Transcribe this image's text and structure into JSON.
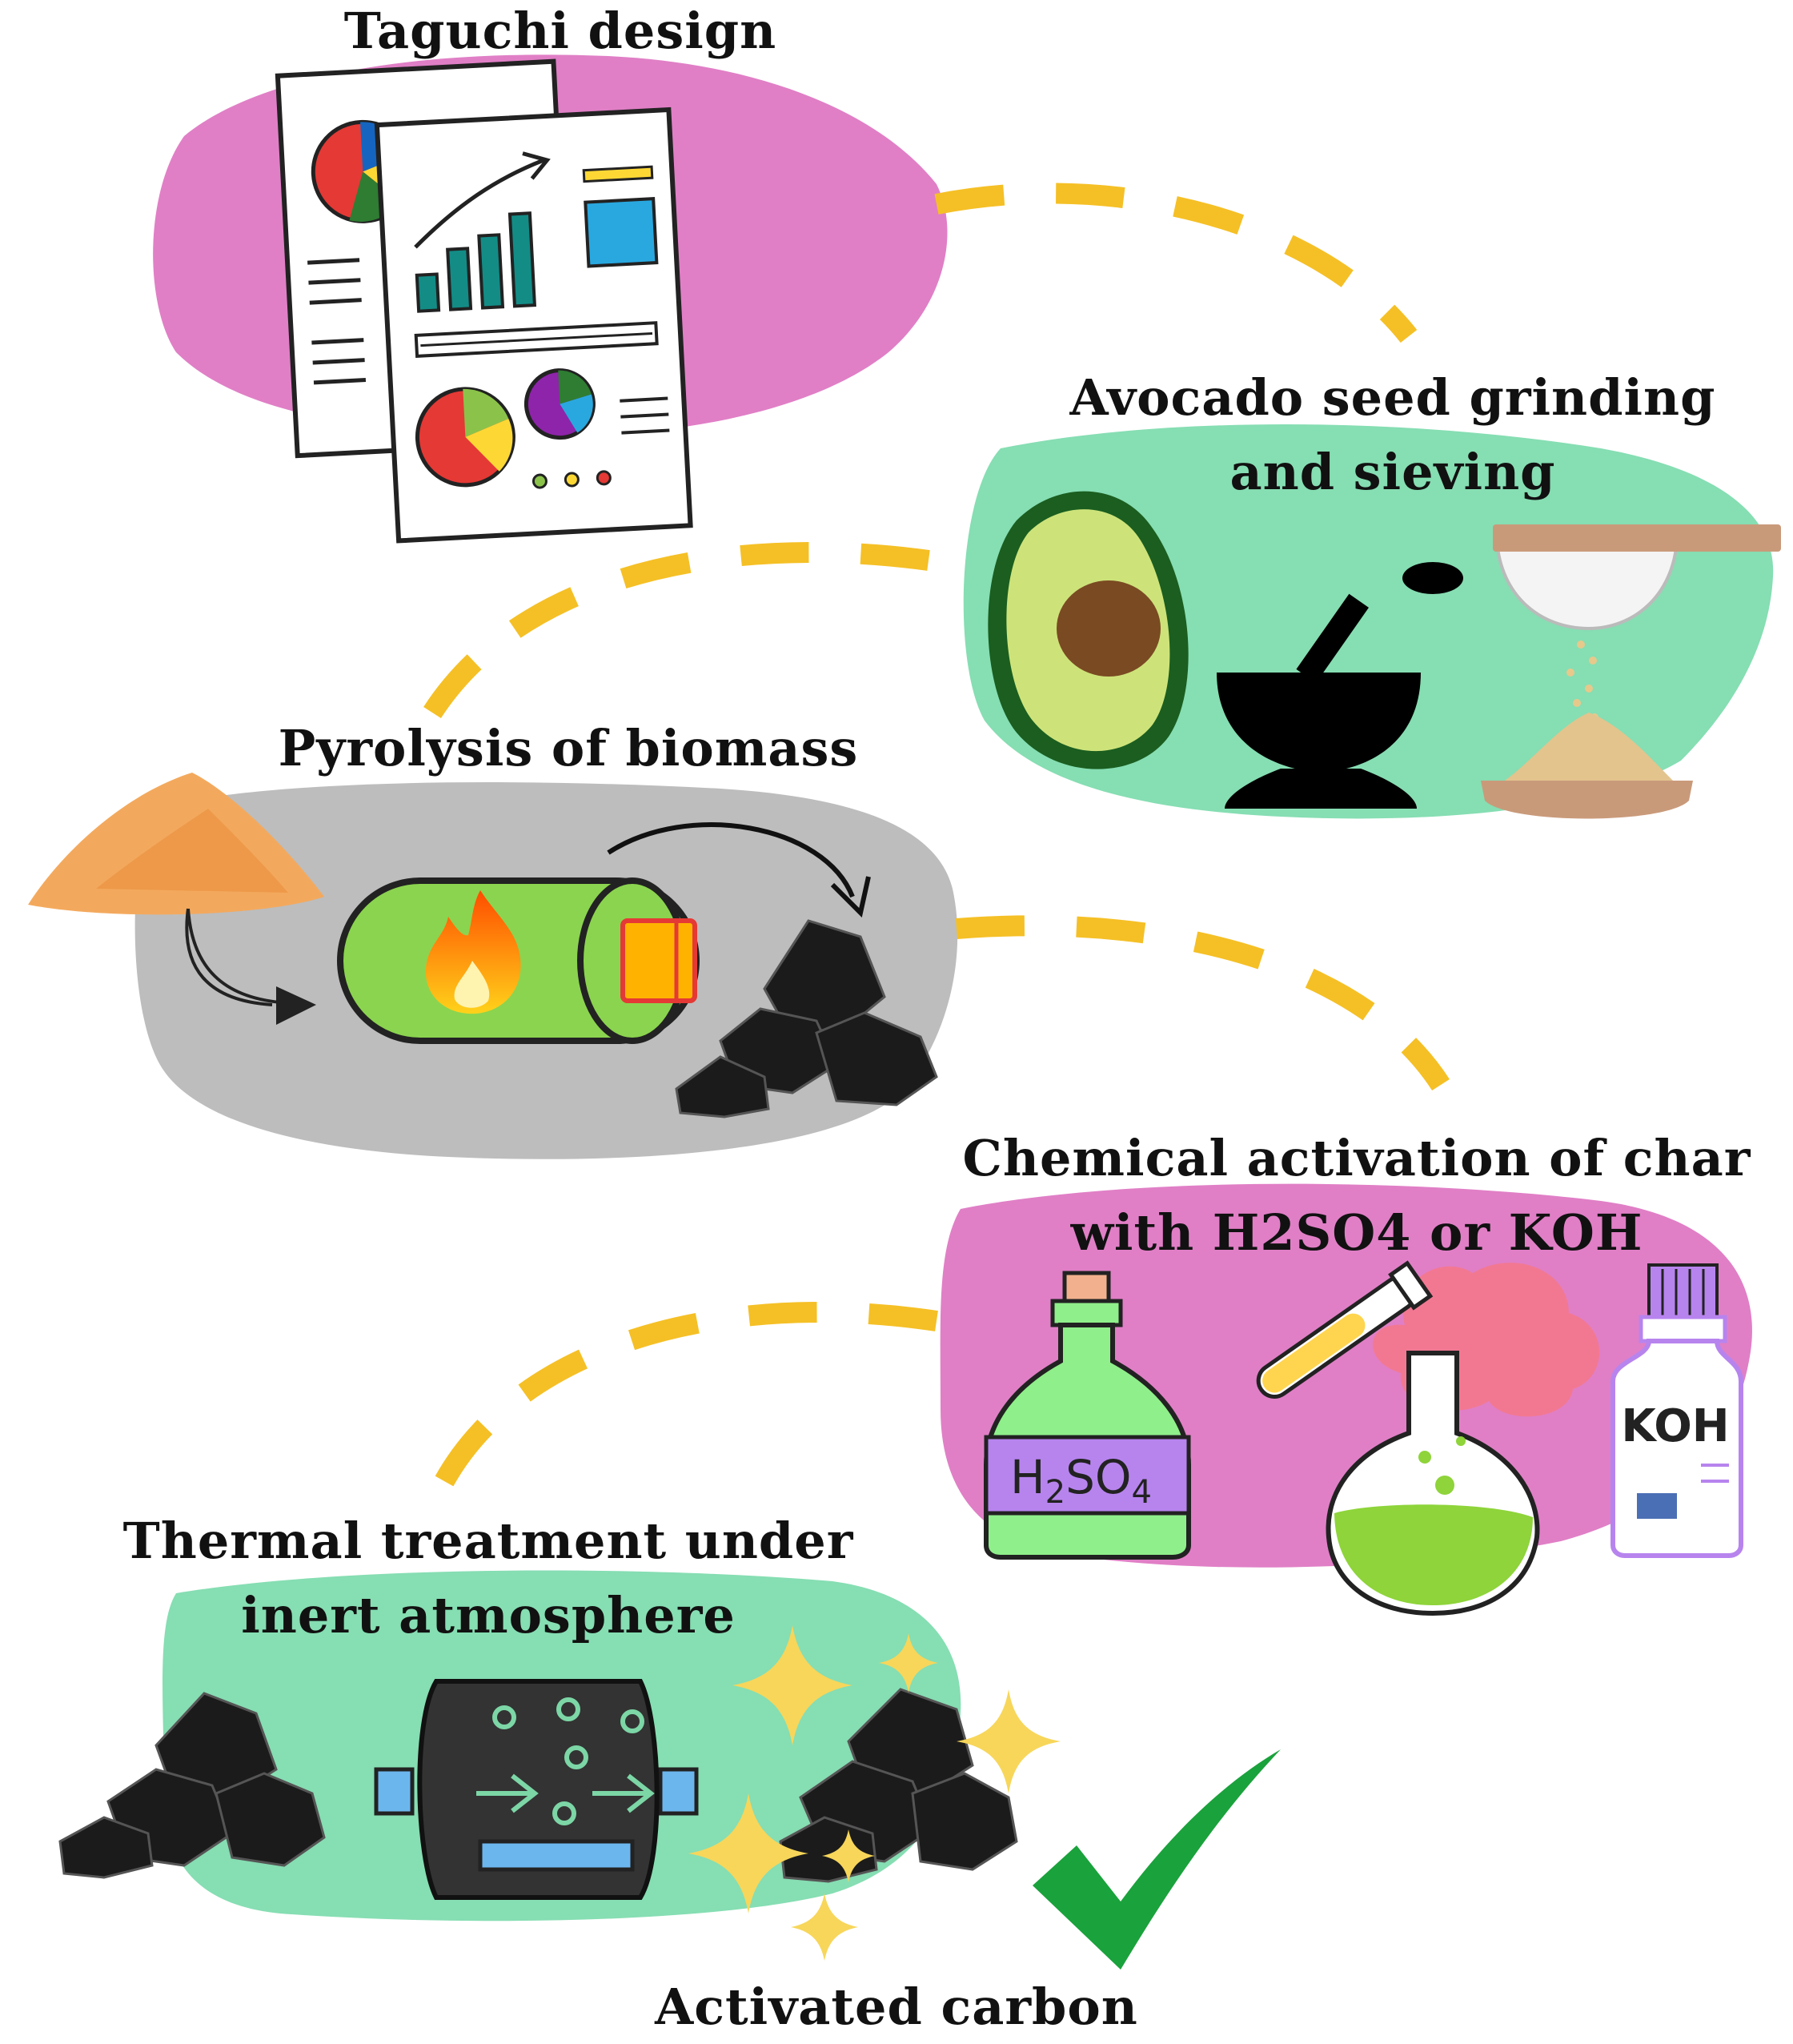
{
  "steps": [
    {
      "title": "Taguchi design"
    },
    {
      "title": "Avocado seed grinding\nand sieving"
    },
    {
      "title": "Pyrolysis of biomass"
    },
    {
      "title": "Chemical activation of char\nwith H2SO4 or KOH"
    },
    {
      "title": "Thermal treatment under\ninert atmosphere"
    },
    {
      "title": "Activated carbon"
    }
  ],
  "labels": {
    "h2so4_main": "H",
    "h2so4_sub1": "2",
    "h2so4_mid": "SO",
    "h2so4_sub2": "4",
    "koh": "KOH"
  },
  "colors": {
    "pink_blob": "#e07fc6",
    "green_blob": "#86deb3",
    "gray_blob": "#bdbdbd",
    "dash": "#f5c026",
    "check": "#1aa23c",
    "sparkle": "#f7d65a"
  }
}
